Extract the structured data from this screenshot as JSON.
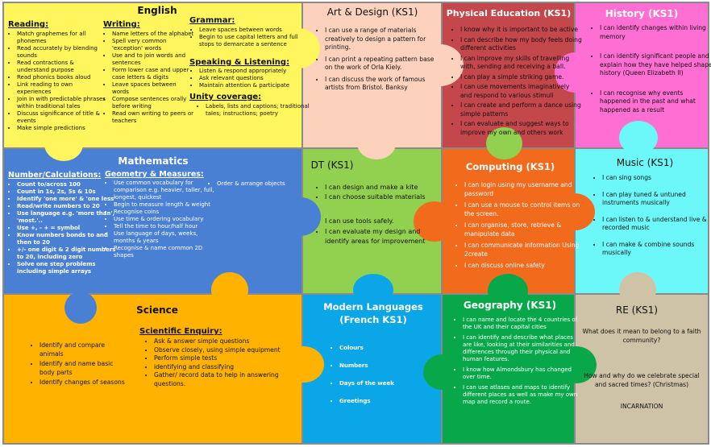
{
  "english": {
    "title": "English",
    "reading": {
      "label": "Reading:",
      "items": [
        "Match graphemes for all phonemes",
        "Read accurately by blending sounds",
        "Read contractions & understand purpose",
        "Read phonics books aloud",
        "Link reading to own experiences",
        "Join in with predictable phrases within traditional tales",
        "Discuss significance of title & events",
        "Make simple predictions"
      ]
    },
    "writing": {
      "label": "Writing:",
      "items": [
        "Name letters of the alphabet",
        "Spell very common 'exception' words",
        "Use and to join words and sentences",
        "Form lower case and upper case letters & digits",
        "Leave spaces between words",
        "Compose sentences orally before writing",
        "Read own writing to peers or teachers"
      ]
    },
    "grammar": {
      "label": "Grammar:",
      "items": [
        "Leave spaces between words",
        "Begin to use capital letters and full stops to demarcate a sentence"
      ]
    },
    "speaking": {
      "label": "Speaking & Listening:",
      "items": [
        "Listen & respond appropriately",
        "Ask relevant questions",
        "Maintain attention & participate"
      ]
    },
    "unity": {
      "label": "Unity coverage:",
      "items": [
        "Labels, lists and captions; traditional tales; instructions; poetry"
      ]
    }
  },
  "art": {
    "title": "Art & Design (KS1)",
    "items": [
      "I can use a range of materials creatively to design a pattern for printing.",
      "I can print a repeating pattern base on the work of Orla Kiely.",
      "I can discuss the work of famous artists from Bristol. Banksy"
    ]
  },
  "pe": {
    "title": "Physical Education (KS1)",
    "items": [
      "I know why it is important to be active",
      "I can describe how my body feels doing different activities",
      "I can improve my skills of travelling with, sending and receiving a ball.",
      "I can play a simple striking game.",
      "I can use movements imaginatively and respond to various stimuli",
      "I can create and perform a dance using simple patterns",
      "I can evaluate and suggest ways to improve my own and others work"
    ]
  },
  "history": {
    "title": "History (KS1)",
    "items": [
      "I can identify changes within living memory",
      "I can identify significant people and explain how they have helped shape history (Queen Elizabeth II)",
      "I can recognise why events happened in the past and what happened as a result"
    ]
  },
  "maths": {
    "title": "Mathematics",
    "number": {
      "label": "Number/Calculations:",
      "items": [
        "Count to/across 100",
        "Count in 1s, 2s, 5s & 10s",
        "Identify 'one more' & 'one less'",
        "Read/write numbers to 20",
        "Use language e.g. 'more than', 'most.'..",
        "Use +, - + = symbol",
        "Know numbers bonds to and then to 20",
        "+/- one digit & 2 digit numbers to 20, including zero",
        "Solve one step problems including simple arrays"
      ]
    },
    "geometry": {
      "label": "Geometry & Measures:",
      "items": [
        "Use common vocabulary for comparison e.g. heavier, taller, full, longest, quickest",
        "Begin to measure length & weight",
        "Recognise coins",
        "Use time & ordering vocabulary",
        "Tell the time to hour/half hour",
        "Use language of days, weeks, months & years",
        "Recognise & name common 2D shapes"
      ]
    },
    "extra": [
      "Order & arrange objects"
    ]
  },
  "dt": {
    "title": "DT (KS1)",
    "items": [
      "I can design and make a kite",
      "I can choose suitable materials",
      "I can evaluate my design and identify areas for improvement"
    ],
    "note": "I can use tools safely."
  },
  "computing": {
    "title": "Computing (KS1)",
    "items": [
      "I can login using my username and password",
      "I can use a mouse to control items on the screen.",
      "I can organise, store, retrieve & manipulate data",
      "I can communicate information Using 2create",
      "I can discuss online safety"
    ]
  },
  "music": {
    "title": "Music (KS1)",
    "items": [
      "I can sing songs",
      "I can play tuned & untuned instruments musically",
      "I can listen to & understand live & recorded music",
      "I can make & combine sounds musically"
    ]
  },
  "science": {
    "title": "Science",
    "items": [
      "Identify and compare animals",
      "Identify and name basic body parts",
      "Identify changes of seasons"
    ],
    "enquiry": {
      "label": "Scientific Enquiry:",
      "items": [
        "Ask & answer simple questions",
        "Observe closely, using simple equipment",
        "Perform simple tests",
        "identifying and classifying",
        "Gather/ record data to help in answering questions."
      ]
    }
  },
  "languages": {
    "title": "Modern Languages (French KS1)",
    "items": [
      "Colours",
      "Numbers",
      "Days of the week",
      "Greetings"
    ]
  },
  "geography": {
    "title": "Geography (KS1)",
    "items": [
      "I can name and locate the 4 countries of the UK and their capital cities",
      "I can identify and describe what places are like, looking at their similarities and differences through their physical and human features.",
      "I know how Almondsbury has changed over time.",
      "I can use atlases and maps to identify different places as well as make my own map and record a route."
    ]
  },
  "re": {
    "title": "RE (KS1)",
    "q1": "What does it mean to belong to a faith community?",
    "q2": "How and why do we celebrate special and sacred times? (Christmas)",
    "theme": "INCARNATION"
  },
  "colors": {
    "english": "#fff55c",
    "art": "#fcd2bd",
    "pe": "#c4474b",
    "history": "#ff6ed2",
    "maths": "#4a80d4",
    "dt": "#92d050",
    "computing": "#f26b1d",
    "music": "#6cf8f8",
    "science": "#ffb300",
    "languages": "#0aa6e8",
    "geography": "#08a84a",
    "re": "#cfc3a7"
  }
}
